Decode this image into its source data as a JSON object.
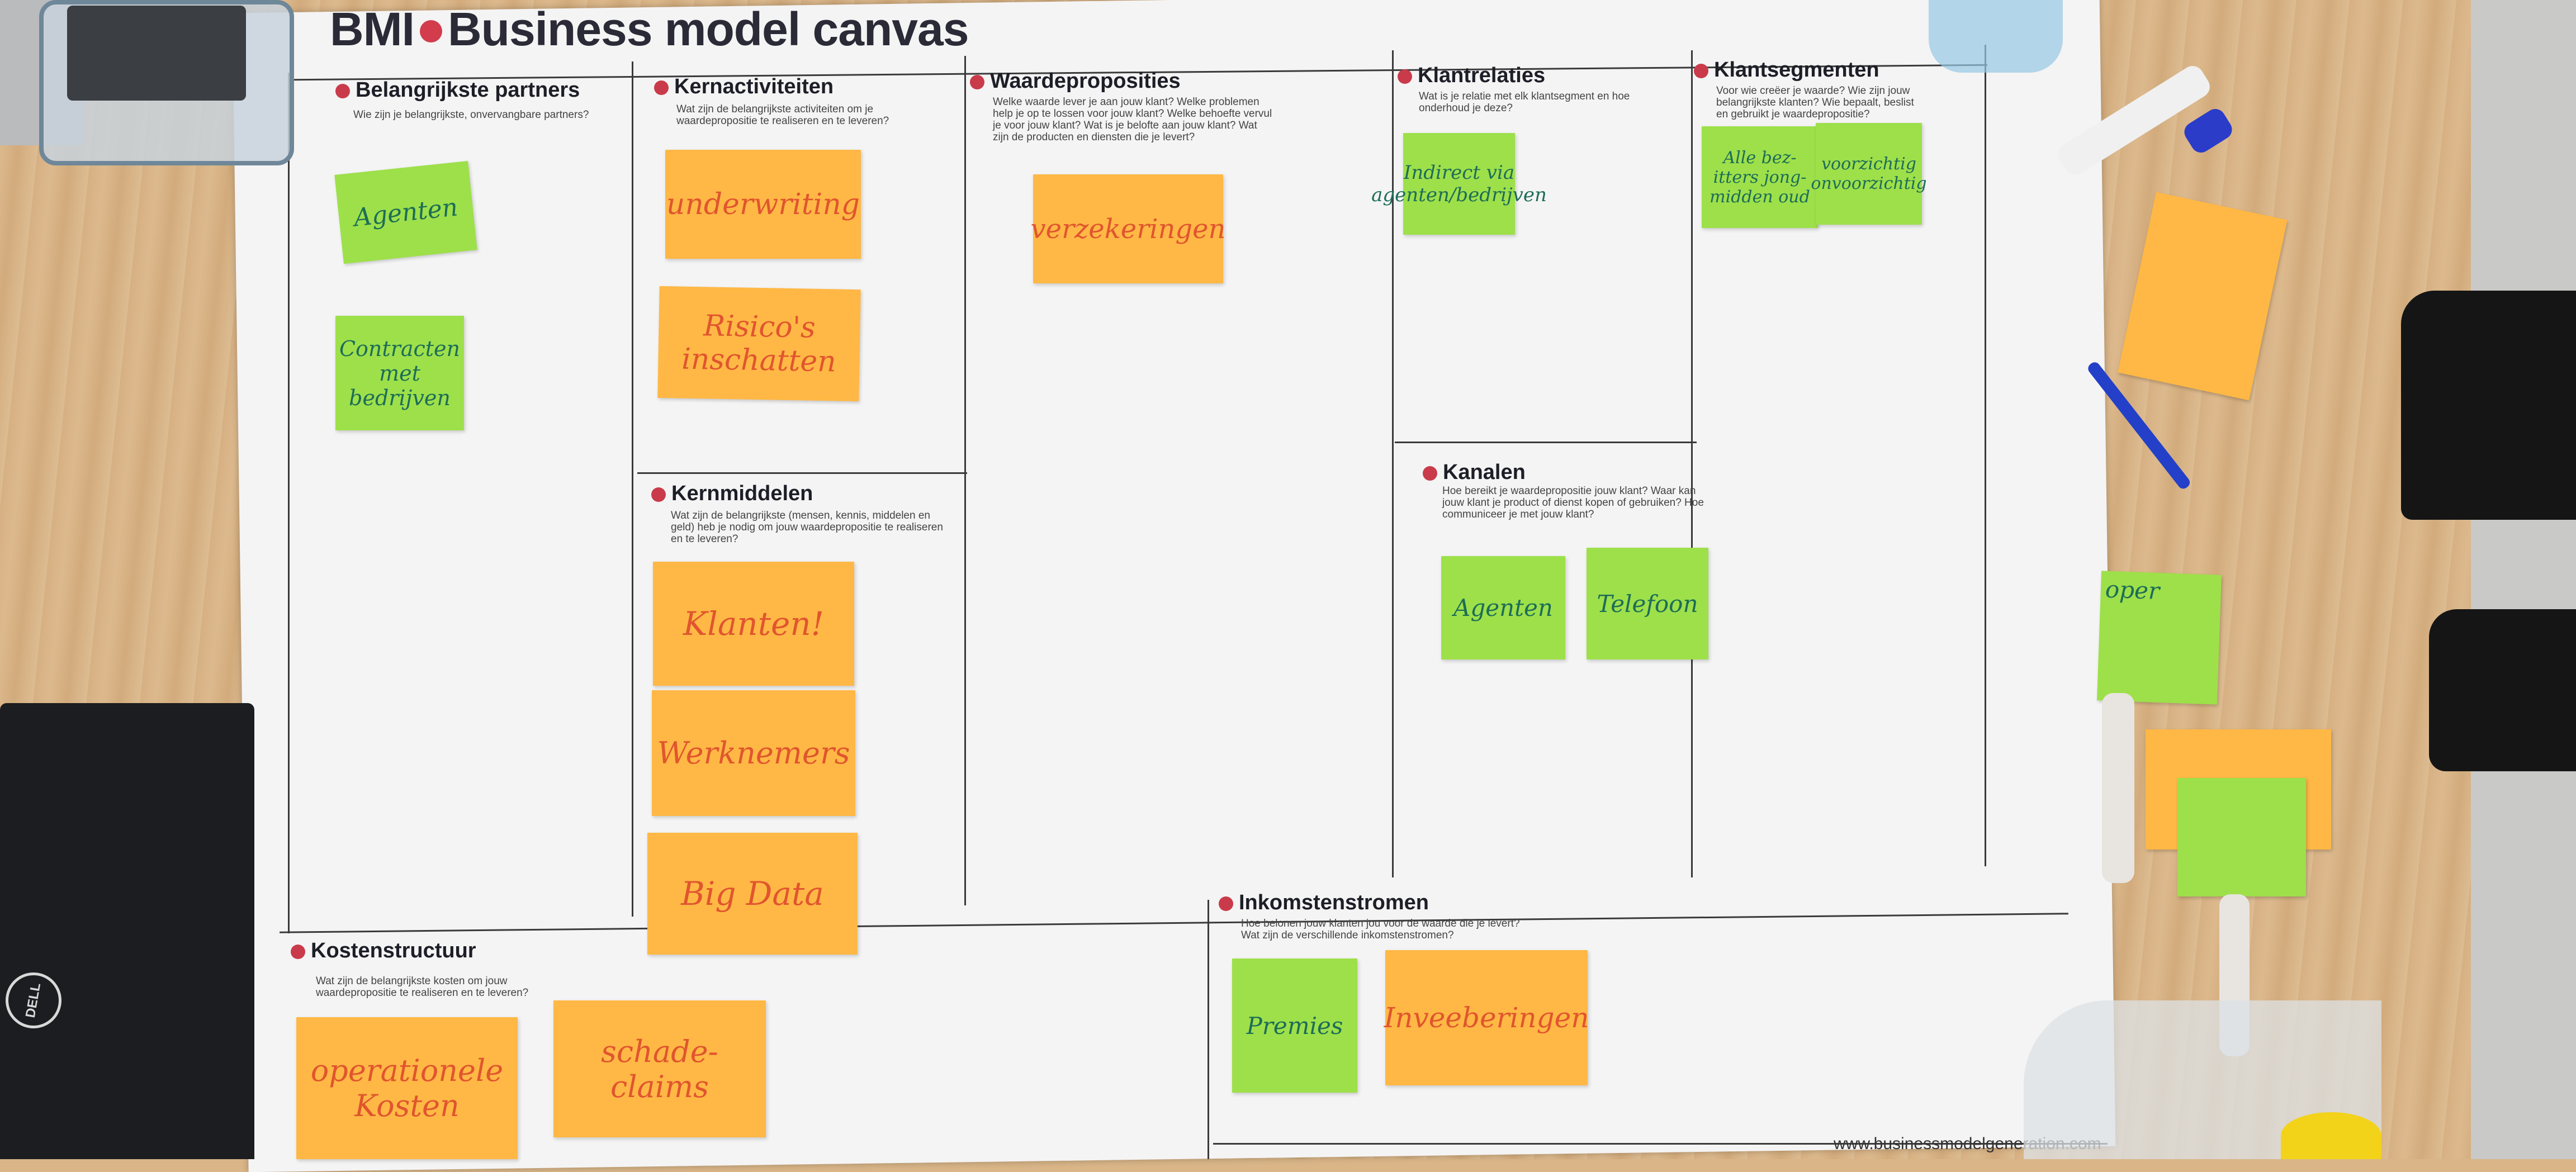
{
  "poster": {
    "brand": "BMI",
    "title": "Business model canvas",
    "footer": "www.businessmodelgeneration.com"
  },
  "sections": {
    "partners": {
      "title": "Belangrijkste partners",
      "desc": "Wie zijn je belangrijkste, onvervangbare partners?"
    },
    "activities": {
      "title": "Kernactiviteiten",
      "desc": "Wat zijn de belangrijkste activiteiten om je waardepropositie te realiseren en te leveren?"
    },
    "value": {
      "title": "Waardeproposities",
      "desc": "Welke waarde lever je aan jouw klant? Welke problemen help je op te lossen voor jouw klant? Welke behoefte vervul je voor jouw klant? Wat is je belofte aan jouw klant? Wat zijn de producten en diensten die je levert?"
    },
    "relations": {
      "title": "Klantrelaties",
      "desc": "Wat is je relatie met elk klantsegment en hoe onderhoud je deze?"
    },
    "segments": {
      "title": "Klantsegmenten",
      "desc": "Voor wie creëer je waarde? Wie zijn jouw belangrijkste klanten? Wie bepaalt, beslist en gebruikt je waardepropositie?"
    },
    "resources": {
      "title": "Kernmiddelen",
      "desc": "Wat zijn de belangrijkste (mensen, kennis, middelen en geld) heb je nodig om jouw waardepropositie te realiseren en te leveren?"
    },
    "channels": {
      "title": "Kanalen",
      "desc": "Hoe bereikt je waardepropositie jouw klant? Waar kan jouw klant je product of dienst kopen of gebruiken? Hoe communiceer je met jouw klant?"
    },
    "costs": {
      "title": "Kostenstructuur",
      "desc": "Wat zijn de belangrijkste kosten om jouw waardepropositie te realiseren en te leveren?"
    },
    "revenue": {
      "title": "Inkomstenstromen",
      "desc": "Hoe belonen jouw klanten jou voor de waarde die je levert? Wat zijn de verschillende inkomstenstromen?"
    }
  },
  "notes": {
    "agenten_partner": "Agenten",
    "contracten": "Contracten met bedrijven",
    "underwriting": "underwriting",
    "risicos": "Risico's inschatten",
    "verzekeringen": "verzekeringen",
    "indirect": "Indirect via agenten/bedrijven",
    "segment_left": "Alle bez-itters jong-midden oud",
    "segment_right": "voorzichtig onvoorzichtig",
    "klanten": "Klanten!",
    "werknemers": "Werknemers",
    "big_data": "Big Data",
    "agenten_channel": "Agenten",
    "telefoon": "Telefoon",
    "operationele": "operationele Kosten",
    "schadeclaims": "schade-claims",
    "premies": "Premies",
    "inveeberingen": "Inveeberingen",
    "oper": "oper"
  },
  "colors": {
    "orange_note": "#ffb845",
    "green_note": "#9de04a",
    "dot_red": "#c93b4a"
  }
}
